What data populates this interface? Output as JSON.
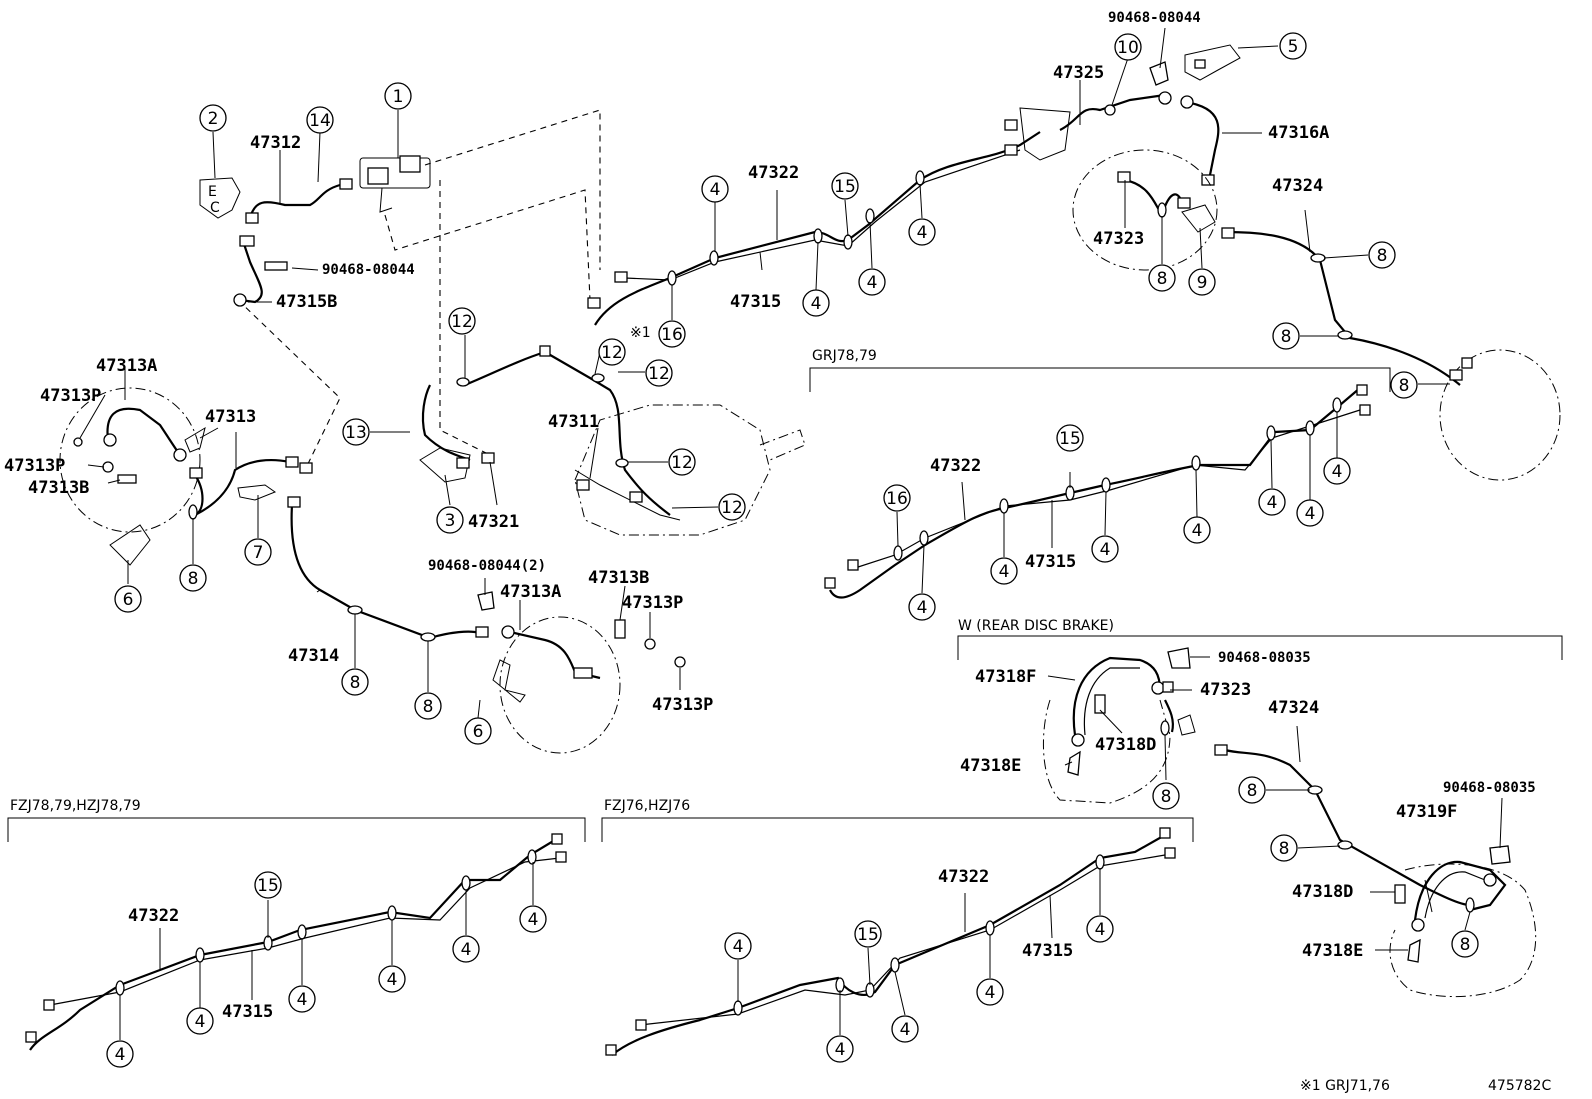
{
  "sections": {
    "grj": "GRJ78,79",
    "rear_disc": "W (REAR DISC BRAKE)",
    "fzj78": "FZJ78,79,HZJ78,79",
    "fzj76": "FZJ76,HZJ76"
  },
  "footnote": "※1 GRJ71,76",
  "footnote_ref": "※1",
  "figure_id": "475782C",
  "parts": {
    "p47312": "47312",
    "p47315B": "47315B",
    "p90468_a": "90468-08044",
    "p90468_top": "90468-08044",
    "p47325": "47325",
    "p47316A": "47316A",
    "p47322_main": "47322",
    "p47315_main": "47315",
    "p47324_main": "47324",
    "p47323_main": "47323",
    "p47313A_l": "47313A",
    "p47313P_l1": "47313P",
    "p47313P_l2": "47313P",
    "p47313B_l": "47313B",
    "p47313": "47313",
    "p47311": "47311",
    "p47321": "47321",
    "p90468_2": "90468-08044(2)",
    "p47313A_c": "47313A",
    "p47313B_c": "47313B",
    "p47313P_c1": "47313P",
    "p47313P_c2": "47313P",
    "p47314": "47314",
    "p47322_grj": "47322",
    "p47315_grj": "47315",
    "p47318F": "47318F",
    "p90468_08035_a": "90468-08035",
    "p47323_w": "47323",
    "p47318D_w": "47318D",
    "p47318E_w": "47318E",
    "p47324_w": "47324",
    "p90468_08035_b": "90468-08035",
    "p47319F": "47319F",
    "p47318D_b": "47318D",
    "p47318E_b": "47318E",
    "p47322_fzj78": "47322",
    "p47315_fzj78": "47315",
    "p47322_fzj76": "47322",
    "p47315_fzj76": "47315"
  },
  "callouts": {
    "c1": "1",
    "c2": "2",
    "c3": "3",
    "c4": "4",
    "c5": "5",
    "c6": "6",
    "c7": "7",
    "c8": "8",
    "c9": "9",
    "c10": "10",
    "c12": "12",
    "c13": "13",
    "c14": "14",
    "c15": "15",
    "c16": "16"
  }
}
